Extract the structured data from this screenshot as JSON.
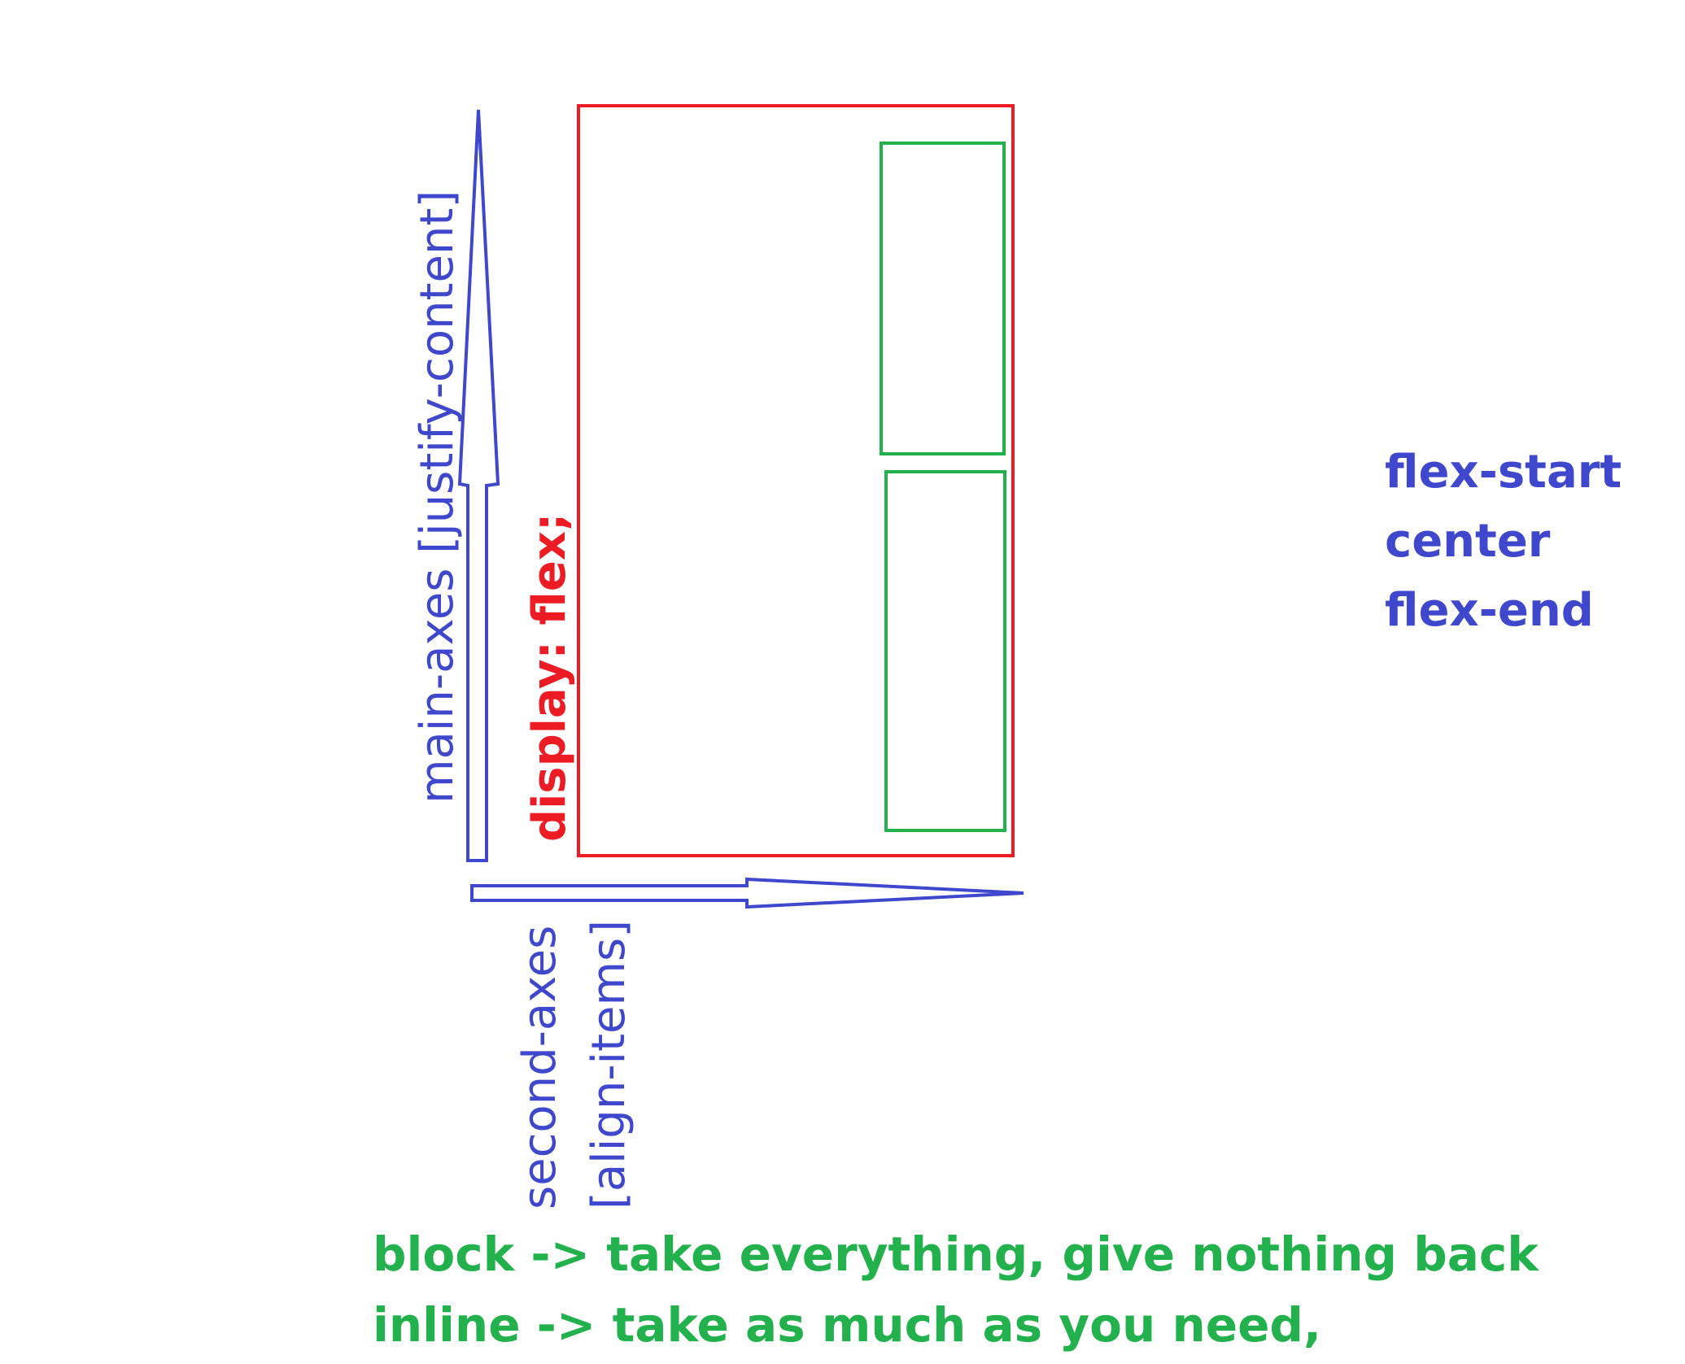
{
  "diagram": {
    "container_label": "display: flex;",
    "main_axis_label": "main-axes [justify-content]",
    "second_axis_label": "second-axes",
    "second_axis_property": "[align-items]",
    "alignment_values": [
      "flex-start",
      "center",
      "flex-end"
    ],
    "notes": [
      "block -> take everything, give nothing back",
      "inline -> take as much as you need,"
    ]
  },
  "colors": {
    "blue": "#3F48CC",
    "red": "#ED1C24",
    "green": "#22B14C"
  }
}
